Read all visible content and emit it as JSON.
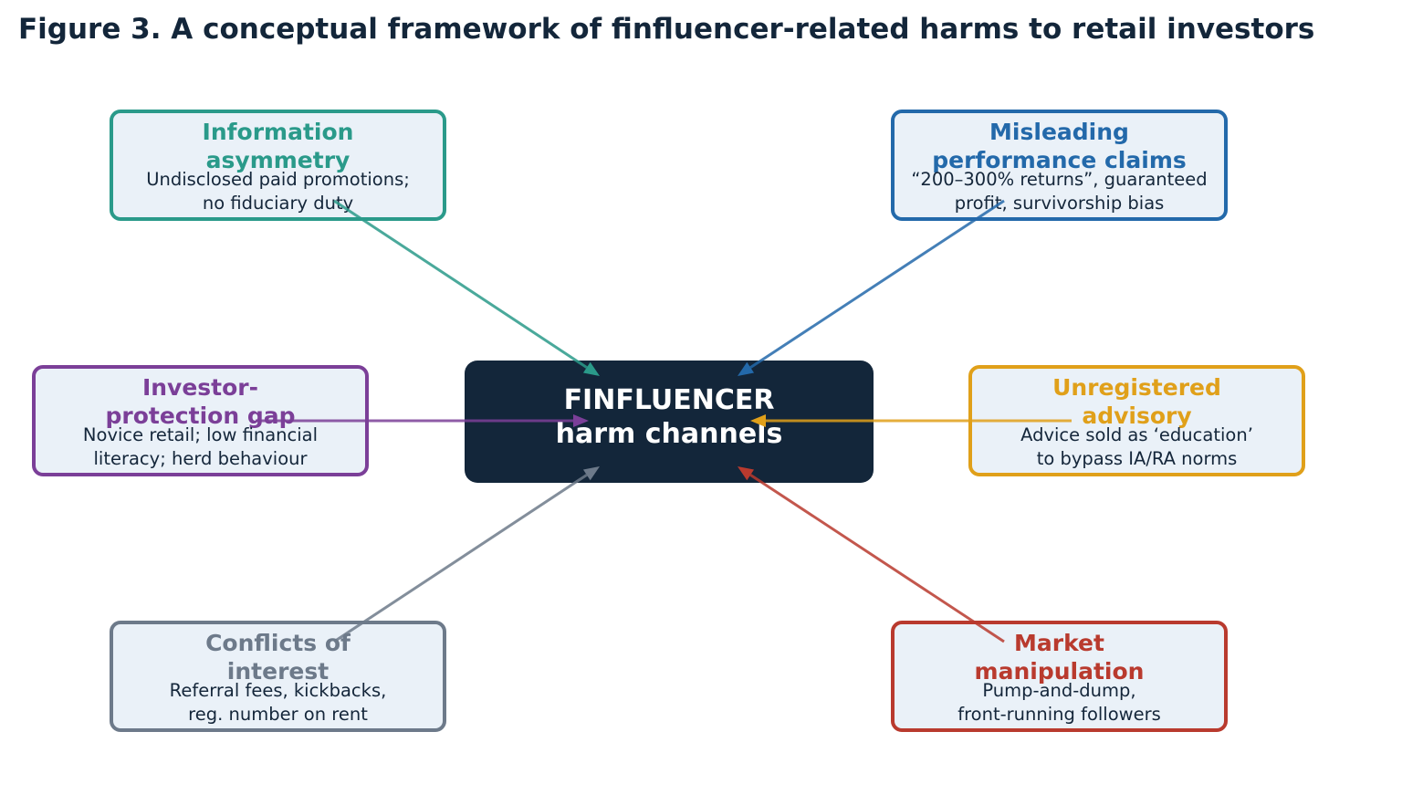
{
  "figure": {
    "title": "Figure 3.  A conceptual framework of finfluencer-related harms to retail investors"
  },
  "center": {
    "line1": "FINFLUENCER",
    "line2": "harm channels"
  },
  "nodes": [
    {
      "id": "information-asymmetry",
      "title_lines": [
        "Information",
        "asymmetry"
      ],
      "desc_lines": [
        "Undisclosed paid promotions;",
        "no fiduciary duty"
      ],
      "color": "#2a9a8a"
    },
    {
      "id": "misleading-performance-claims",
      "title_lines": [
        "Misleading",
        "performance claims"
      ],
      "desc_lines": [
        "“200–300% returns”, guaranteed",
        "profit, survivorship bias"
      ],
      "color": "#2369aa"
    },
    {
      "id": "investor-protection-gap",
      "title_lines": [
        "Investor-",
        "protection gap"
      ],
      "desc_lines": [
        "Novice retail; low financial",
        "literacy; herd behaviour"
      ],
      "color": "#7b3f98"
    },
    {
      "id": "unregistered-advisory",
      "title_lines": [
        "Unregistered",
        "advisory"
      ],
      "desc_lines": [
        "Advice sold as ‘education’",
        "to bypass IA/RA norms"
      ],
      "color": "#e0a01a"
    },
    {
      "id": "conflicts-of-interest",
      "title_lines": [
        "Conflicts of",
        "interest"
      ],
      "desc_lines": [
        "Referral fees, kickbacks,",
        "reg. number on rent"
      ],
      "color": "#6d7a8a"
    },
    {
      "id": "market-manipulation",
      "title_lines": [
        "Market",
        "manipulation"
      ],
      "desc_lines": [
        "Pump-and-dump,",
        "front-running followers"
      ],
      "color": "#b93a2e"
    }
  ]
}
